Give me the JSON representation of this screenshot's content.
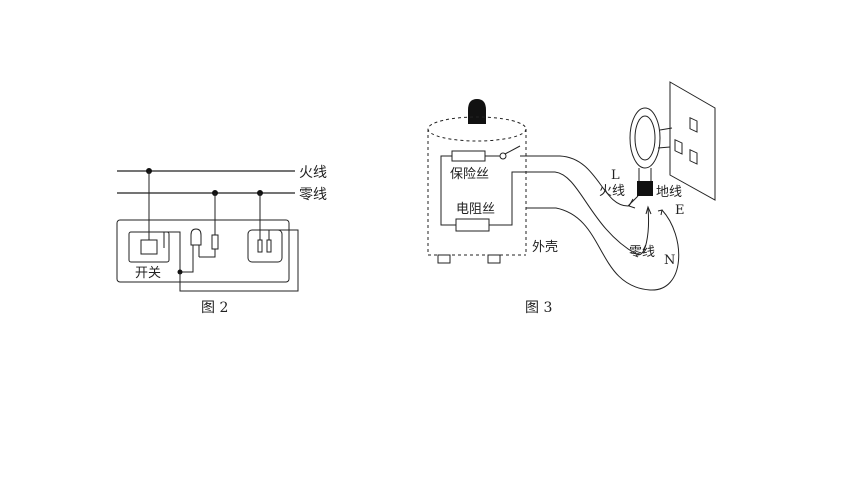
{
  "figure2": {
    "caption": "图 2",
    "live_wire_label": "火线",
    "neutral_wire_label": "零线",
    "switch_label": "开关"
  },
  "figure3": {
    "caption": "图 3",
    "fuse_label": "保险丝",
    "resistor_label": "电阻丝",
    "shell_label": "外壳",
    "live_letter": "L",
    "live_label": "火线",
    "ground_label": "地线",
    "ground_letter": "E",
    "neutral_label": "零线",
    "neutral_letter": "N"
  }
}
